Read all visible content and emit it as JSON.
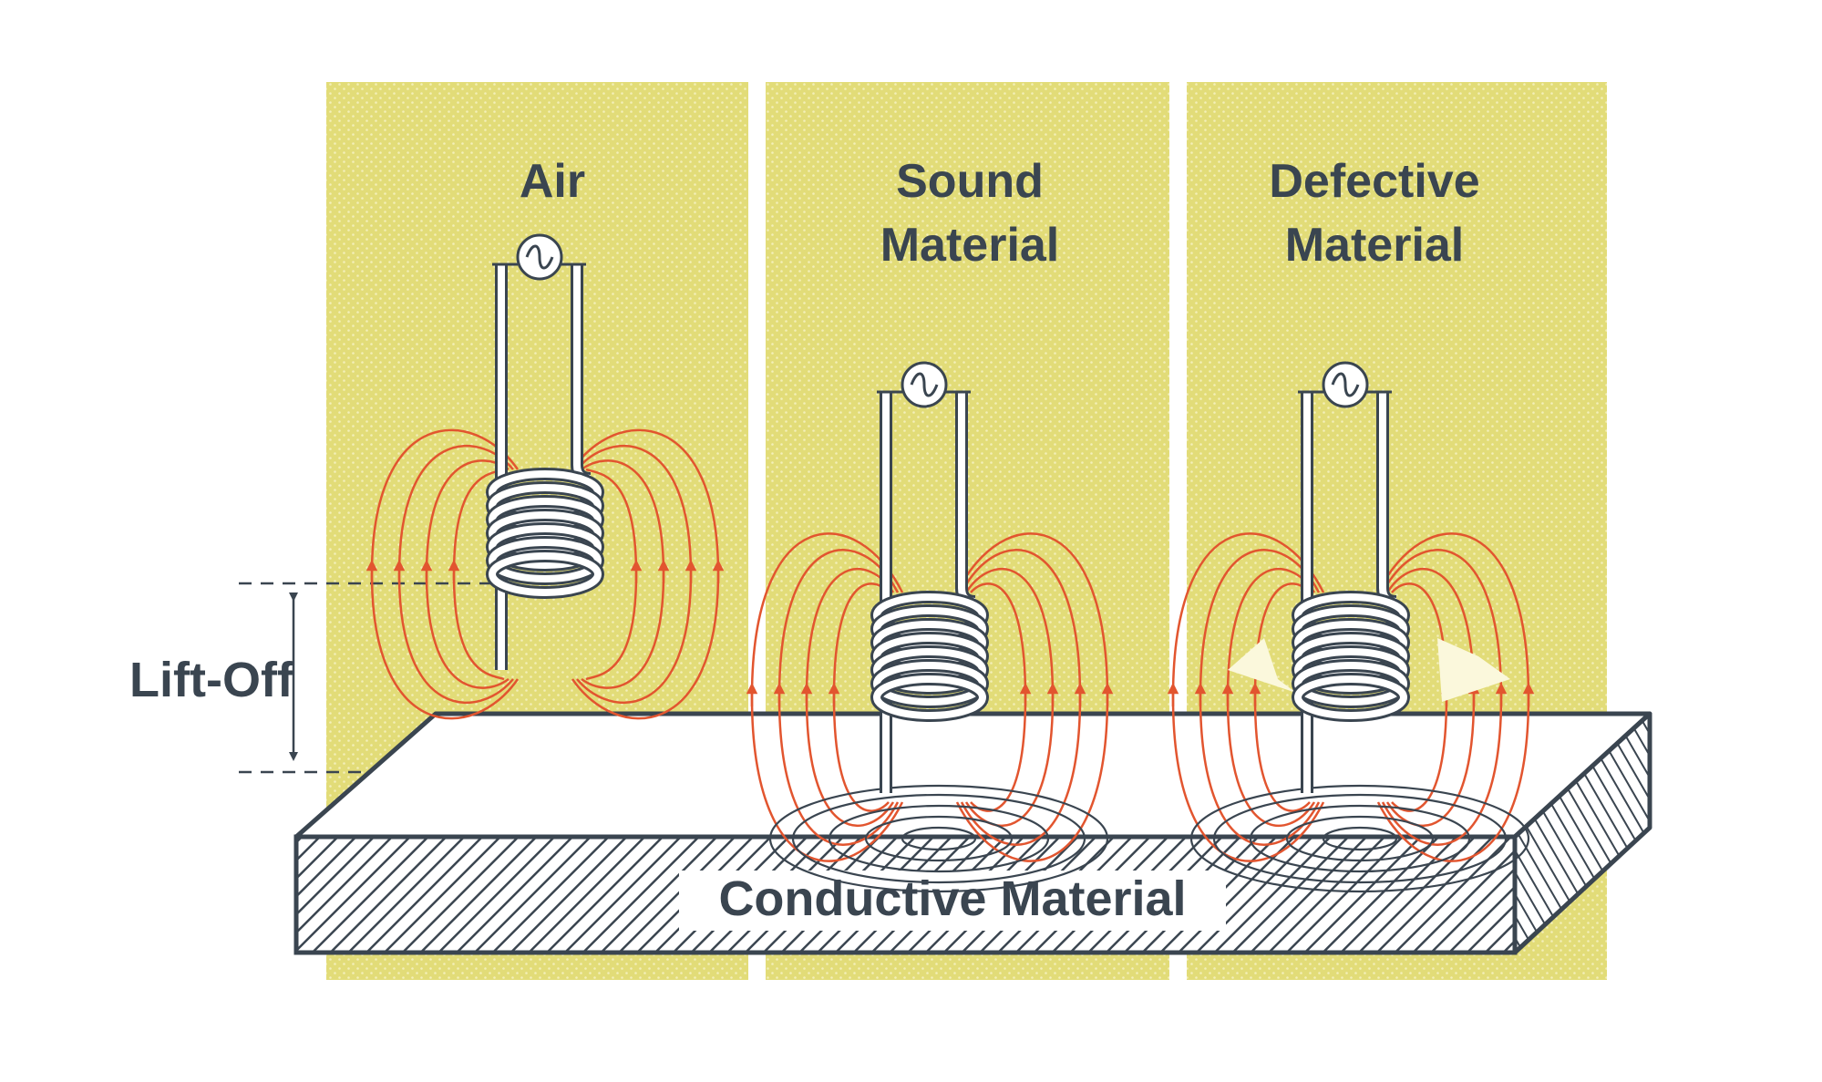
{
  "panels": [
    {
      "title_lines": [
        "Air"
      ]
    },
    {
      "title_lines": [
        "Sound",
        "Material"
      ]
    },
    {
      "title_lines": [
        "Defective",
        "Material"
      ]
    }
  ],
  "liftoff_label": "Lift-Off",
  "material_label": "Conductive Material",
  "colors": {
    "panel": "#e2dc78",
    "ink": "#3a4550",
    "field": "#e2552f",
    "white": "#ffffff"
  }
}
